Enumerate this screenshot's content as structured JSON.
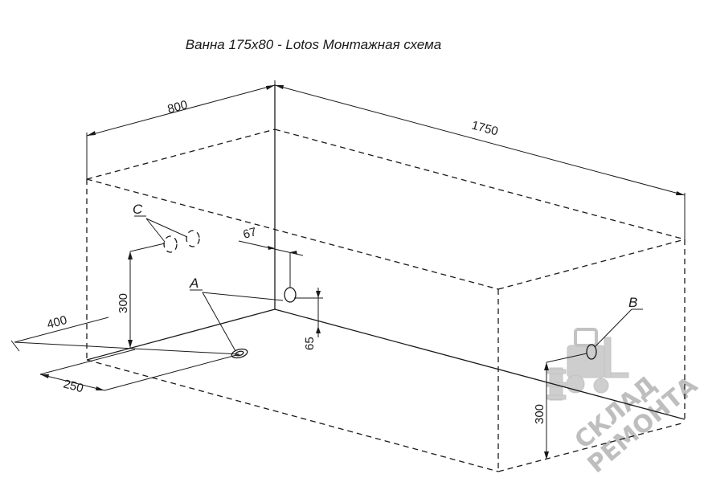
{
  "title": "Ванна 175х80 - Lotos Монтажная схема",
  "dimensions": {
    "width": "800",
    "length": "1750",
    "drain_offset_400": "400",
    "drain_offset_250": "250",
    "height_300_left": "300",
    "offset_67": "67",
    "height_65": "65",
    "height_300_right": "300"
  },
  "point_labels": {
    "a": "A",
    "b": "B",
    "c": "C"
  },
  "watermark": {
    "line1": "СКЛАД",
    "line2": "РЕМОНТА"
  },
  "colors": {
    "line": "#1a1a1a",
    "watermark": "#b8b8b8"
  }
}
